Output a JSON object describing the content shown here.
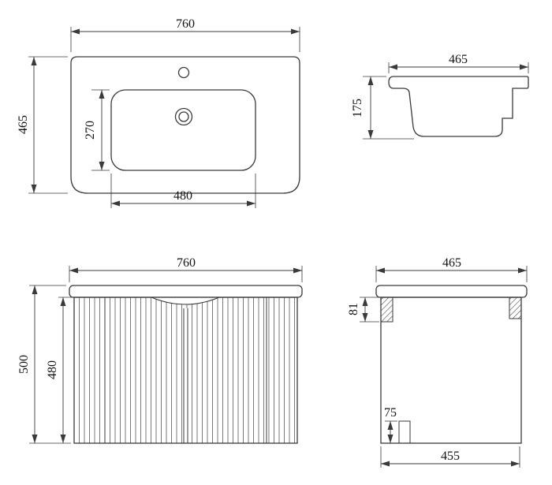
{
  "views": {
    "basin_top": {
      "width": "760",
      "depth": "465",
      "bowl_width": "480",
      "bowl_depth": "270"
    },
    "basin_side": {
      "width": "465",
      "height": "175"
    },
    "cabinet_front": {
      "width": "760",
      "total_height": "500",
      "cabinet_height": "480"
    },
    "cabinet_side": {
      "depth": "465",
      "rail_height": "81",
      "kick_height": "75",
      "bottom_depth": "455"
    }
  },
  "colors": {
    "line": "#3a3a3a",
    "background": "#ffffff"
  }
}
